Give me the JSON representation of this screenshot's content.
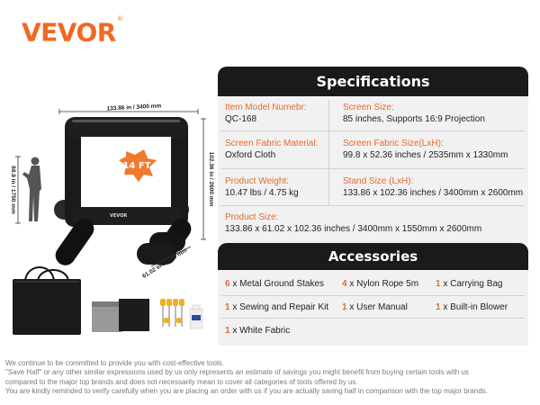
{
  "brand": {
    "name": "VEVOR",
    "mark": "®",
    "color": "#f26722"
  },
  "product_image": {
    "width_label": "133.86 in / 3400 mm",
    "height_label": "102.36 in / 2600 mm",
    "depth_label": "61.02 in / 1550 mm",
    "person_label": "68.9 in / 1750 mm",
    "size_badge": "14 FT",
    "screen_logo": "VEVOR"
  },
  "specifications": {
    "title": "Specifications",
    "items": [
      {
        "label": "Item Model Numebr:",
        "value": "QC-168"
      },
      {
        "label": "Screen Size:",
        "value": "85 inches, Supports 16:9 Projection"
      },
      {
        "label": "Screen Fabric Material:",
        "value": "Oxford Cloth"
      },
      {
        "label": "Screen Fabric Size(LxH):",
        "value": "99.8 x 52.36 inches / 2535mm x 1330mm"
      },
      {
        "label": "Product Weight:",
        "value": "10.47 lbs / 4.75 kg"
      },
      {
        "label": "Stand Size (LxH):",
        "value": "133.86 x 102.36 inches / 3400mm x 2600mm"
      },
      {
        "label": "Product Size:",
        "value": "133.86 x 61.02 x 102.36 inches / 3400mm x 1550mm x 2600mm"
      }
    ]
  },
  "accessories": {
    "title": "Accessories",
    "items": [
      {
        "qty": "6",
        "text": "x Metal Ground Stakes"
      },
      {
        "qty": "4",
        "text": "x Nylon Rope 5m"
      },
      {
        "qty": "1",
        "text": "x Carrying Bag"
      },
      {
        "qty": "1",
        "text": "x Sewing and Repair Kit"
      },
      {
        "qty": "1",
        "text": "x User Manual"
      },
      {
        "qty": "1",
        "text": "x Built-in Blower"
      },
      {
        "qty": "1",
        "text": "x White Fabric"
      }
    ]
  },
  "disclaimer": [
    "We continue to be committed to provide you with cost-effective tools.",
    "\"Save Half\" or any other similar expressions used by us only represents an estimate of savings you might benefit from buying certain tools with us",
    "compared to the major top brands and does not necessarily mean to cover all categories of tools offered by us.",
    "You are kindly reminded to verify carefully when you are placing an order with us if you are actually saving half in comparison with the top major brands."
  ],
  "colors": {
    "accent": "#e8692e",
    "header_bg": "#1a1a1a",
    "panel_bg": "#f1f1f1",
    "muted_text": "#7a7a7a"
  }
}
